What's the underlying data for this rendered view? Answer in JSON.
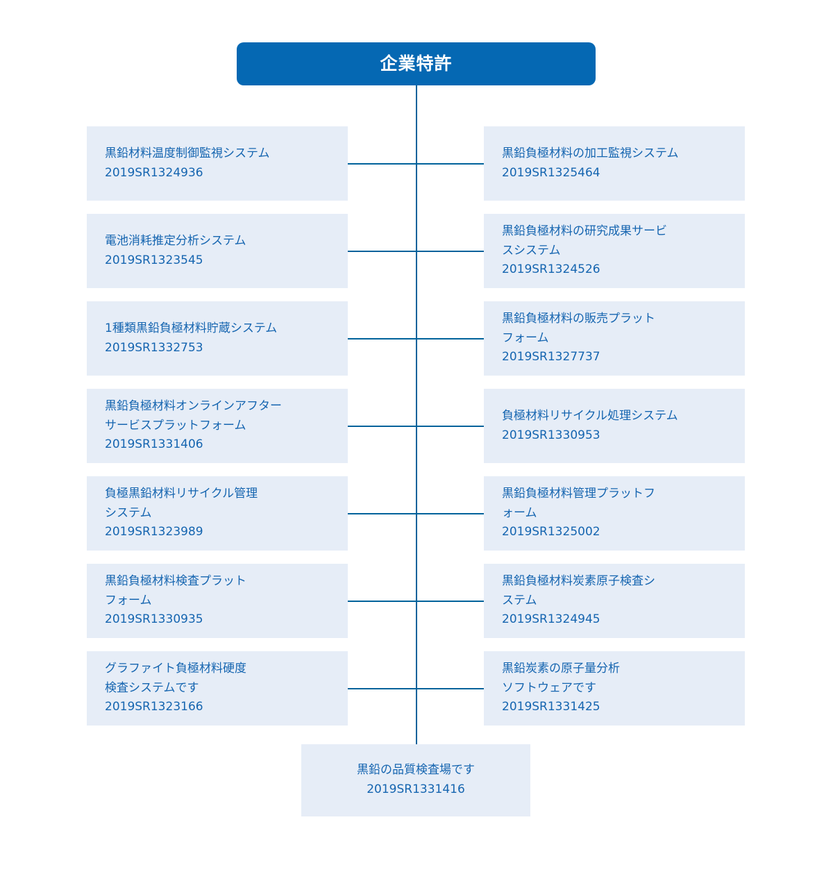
{
  "diagram": {
    "type": "tree",
    "orientation": "vertical-spine-two-column",
    "root": {
      "label": "企業特許",
      "color": "#0568b3",
      "text_color": "#ffffff"
    },
    "node_style": {
      "fill": "#e6edf7",
      "text_color": "#1565b0",
      "connector_color": "#00629b"
    },
    "left_nodes": [
      {
        "title": "黒鉛材料温度制御監視システム",
        "code": "2019SR1324936"
      },
      {
        "title": "電池消耗推定分析システム",
        "code": "2019SR1323545"
      },
      {
        "title": "1種類黒鉛負極材料貯蔵システム",
        "code": "2019SR1332753"
      },
      {
        "title": "黒鉛負極材料オンラインアフター\nサービスプラットフォーム",
        "code": "2019SR1331406"
      },
      {
        "title": "負極黒鉛材料リサイクル管理\nシステム",
        "code": "2019SR1323989"
      },
      {
        "title": "黒鉛負極材料検査プラット\nフォーム",
        "code": "2019SR1330935"
      },
      {
        "title": "グラファイト負極材料硬度\n検査システムです",
        "code": "2019SR1323166"
      }
    ],
    "right_nodes": [
      {
        "title": "黒鉛負極材料の加工監視システム",
        "code": "2019SR1325464"
      },
      {
        "title": "黒鉛負極材料の研究成果サービ\nスシステム",
        "code": "2019SR1324526"
      },
      {
        "title": "黒鉛負極材料の販売プラット\nフォーム",
        "code": "2019SR1327737"
      },
      {
        "title": "負極材料リサイクル処理システム",
        "code": "2019SR1330953"
      },
      {
        "title": "黒鉛負極材料管理プラットフ\nォーム",
        "code": "2019SR1325002"
      },
      {
        "title": "黒鉛負極材料炭素原子検査シ\nステム",
        "code": "2019SR1324945"
      },
      {
        "title": "黒鉛炭素の原子量分析\nソフトウェアです",
        "code": "2019SR1331425"
      }
    ],
    "bottom_node": {
      "title": "黒鉛の品質検査場です",
      "code": "2019SR1331416"
    }
  }
}
